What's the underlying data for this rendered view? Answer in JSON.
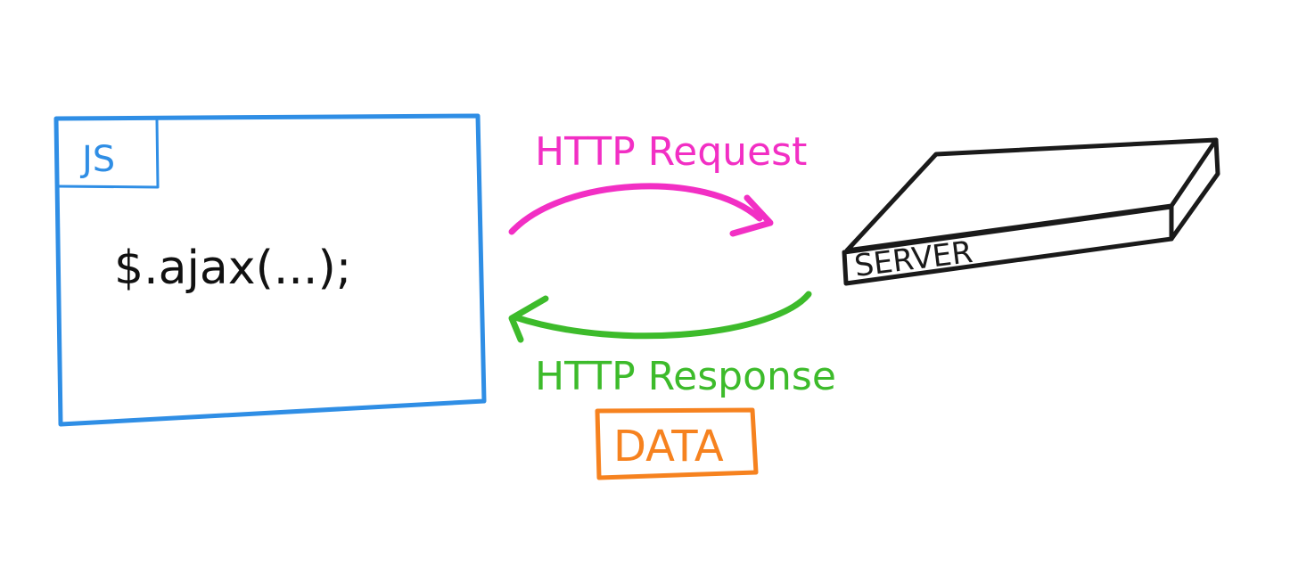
{
  "js_box": {
    "tab_label": "JS",
    "code": "$.ajax(...);"
  },
  "request": {
    "label": "HTTP Request"
  },
  "response": {
    "label": "HTTP Response",
    "payload_label": "DATA"
  },
  "server": {
    "label": "SERVER"
  },
  "colors": {
    "js": "#2f8ee5",
    "request": "#f22fc4",
    "response": "#3dbb2b",
    "data": "#f6821f",
    "server": "#1a1a1a"
  }
}
